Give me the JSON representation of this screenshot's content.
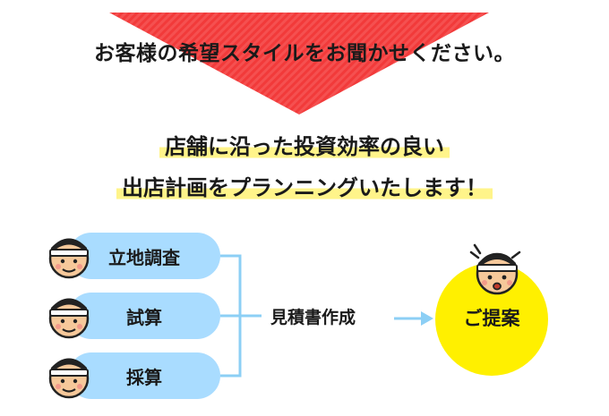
{
  "banner": {
    "text": "お客様の希望スタイルをお聞かせください。",
    "color": "#f23a3a"
  },
  "headline": {
    "line1": "店舗に沿った投資効率の良い",
    "line2": "出店計画をプランニングいたします！",
    "highlight_color": "#fff48a"
  },
  "steps": [
    {
      "label": "立地調査"
    },
    {
      "label": "試算"
    },
    {
      "label": "採算"
    }
  ],
  "pill_color": "#a9dcff",
  "flow_label": "見積書作成",
  "result": {
    "label": "ご提案",
    "color": "#fff000"
  },
  "icons": [
    "person-headband-icon",
    "person-headband-surprised-icon",
    "arrow-right-icon"
  ]
}
